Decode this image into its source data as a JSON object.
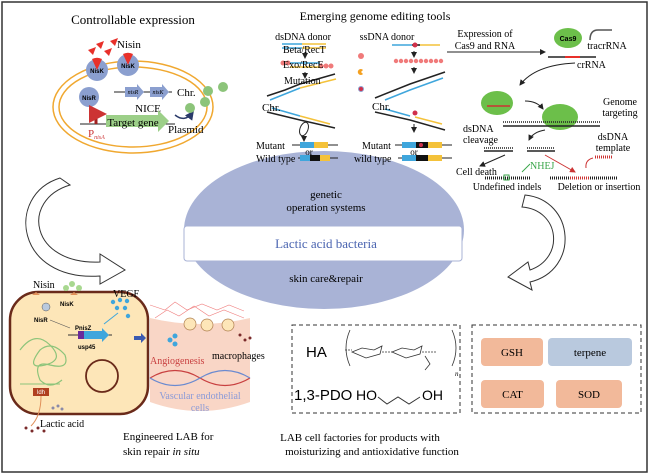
{
  "controllable_expression": {
    "title": "Controllable expression",
    "nisin": "Nisin",
    "nisk": "NisK",
    "nisr": "NisR",
    "gene1": "nisR",
    "gene2": "nisK",
    "chr": "Chr.",
    "nice": "NICE",
    "target_gene": "Target gene",
    "promoter": "P",
    "promoter_sub": "nisA",
    "plasmid": "Plasmid"
  },
  "genome_editing": {
    "title": "Emerging genome editing tools",
    "dsdna_donor": "dsDNA donor",
    "ssdna_donor": "ssDNA donor",
    "beta_rect": "Beta/RecT",
    "exo_rece": "Exo/RecE",
    "mutation": "Mutation",
    "chr_left": "Chr.",
    "chr_right": "Chr.",
    "mutant_left": "Mutant",
    "or_left": "or",
    "wild_type_left": "Wild type",
    "mutant_right": "Mutant",
    "or_right": "or",
    "wild_type_right": "wild type",
    "expression_line1": "Expression of",
    "expression_line2": "Cas9 and RNA",
    "cas9": "Cas9",
    "tracrrna": "tracrRNA",
    "crrna": "crRNA",
    "genome_targeting_1": "Genome",
    "genome_targeting_2": "targeting",
    "dsdna_cleavage_1": "dsDNA",
    "dsdna_cleavage_2": "cleavage",
    "dsdna_template_1": "dsDNA",
    "dsdna_template_2": "template",
    "cell_death": "Cell death",
    "nhej": "NHEJ",
    "undefined_indels": "Undefined indels",
    "deletion_insertion": "Deletion or insertion"
  },
  "center": {
    "top_line1": "genetic",
    "top_line2": "operation systems",
    "band": "Lactic acid bacteria",
    "bottom": "skin care&repair"
  },
  "skin_repair": {
    "nisin": "Nisin",
    "nisk": "NisK",
    "nisr": "NisR",
    "pnisz": "PnisZ",
    "usp45": "usp45",
    "vegf": "VEGF",
    "ldh": "ldh",
    "lactic_acid": "Lactic acid",
    "angiogenesis": "Angiogenesis",
    "macrophages": "macrophages",
    "vascular_1": "Vascular endothelial",
    "vascular_2": "cells",
    "caption_line1": "Engineered LAB for",
    "caption_line2_a": "skin repair ",
    "caption_line2_b": "in situ"
  },
  "cell_factories": {
    "ha": "HA",
    "pdo": "1,3-PDO",
    "ho": "HO",
    "oh": "OH",
    "n": "n",
    "products": [
      {
        "label": "GSH",
        "color": "#f2b99a"
      },
      {
        "label": "terpene",
        "color": "#b9c9de"
      },
      {
        "label": "CAT",
        "color": "#f2b99a"
      },
      {
        "label": "SOD",
        "color": "#f2b99a"
      }
    ],
    "caption_line1": "LAB cell factories for products with",
    "caption_line2": "moisturizing and antioxidative function"
  },
  "colors": {
    "ellipse": "#a9b3d6",
    "band_text": "#4a64b0",
    "membrane": "#f0a830",
    "nis_protein": "#8b9fcf",
    "nisin_red": "#e8302a",
    "green": "#8cc47a",
    "dna_blue": "#3fa6dc",
    "dna_yellow": "#f4c23a",
    "cas9_green": "#6cbf4a",
    "skin": "#f9d6c6",
    "cell_fill": "#fde6b8",
    "cell_border": "#6a2a1a"
  }
}
